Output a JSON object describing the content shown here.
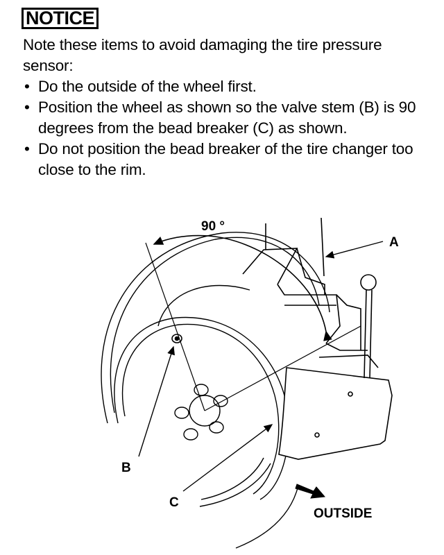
{
  "notice": {
    "heading": "NOTICE",
    "intro": "Note these items to avoid damaging the tire pressure sensor:",
    "items": [
      "Do the outside of the wheel first.",
      "Position the wheel as shown so the valve stem (B) is 90 degrees from the bead breaker (C) as shown.",
      "Do not position the bead breaker of the tire changer too close to the rim."
    ],
    "bullet": "•"
  },
  "diagram": {
    "angle_label": "90 °",
    "label_a": "A",
    "label_b": "B",
    "label_c": "C",
    "direction_label": "OUTSIDE"
  }
}
